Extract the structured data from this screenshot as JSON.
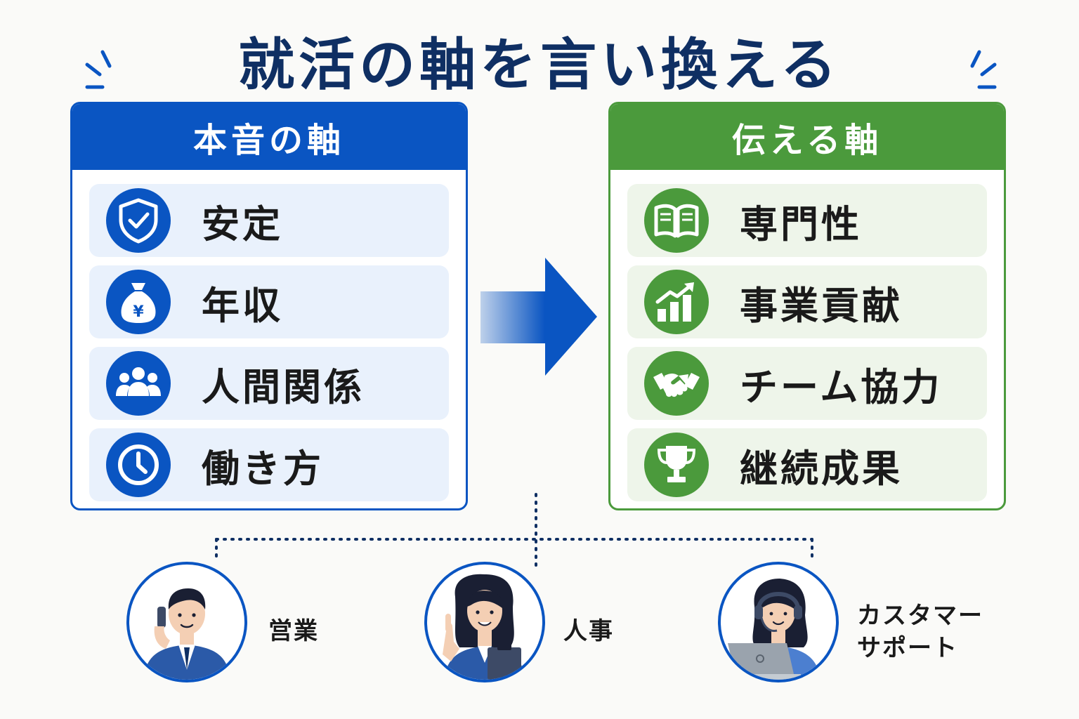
{
  "title": "就活の軸を言い換える",
  "left_panel": {
    "header": "本音の軸",
    "items": [
      {
        "label": "安定",
        "icon": "shield-check-icon"
      },
      {
        "label": "年収",
        "icon": "money-bag-yen-icon"
      },
      {
        "label": "人間関係",
        "icon": "people-group-icon"
      },
      {
        "label": "働き方",
        "icon": "clock-icon"
      }
    ]
  },
  "right_panel": {
    "header": "伝える軸",
    "items": [
      {
        "label": "専門性",
        "icon": "open-book-icon"
      },
      {
        "label": "事業貢献",
        "icon": "growth-chart-icon"
      },
      {
        "label": "チーム協力",
        "icon": "handshake-icon"
      },
      {
        "label": "継続成果",
        "icon": "trophy-icon"
      }
    ]
  },
  "roles": [
    {
      "label": "営業",
      "icon": "businessman-phone-icon"
    },
    {
      "label": "人事",
      "icon": "hr-woman-clipboard-icon"
    },
    {
      "label_line1": "カスタマー",
      "label_line2": "サポート",
      "icon": "support-woman-headset-icon"
    }
  ],
  "colors": {
    "title": "#0f2f63",
    "left_accent": "#0a55c2",
    "right_accent": "#4b9a3c",
    "left_row_bg": "#e9f1fc",
    "right_row_bg": "#eef5ea"
  }
}
